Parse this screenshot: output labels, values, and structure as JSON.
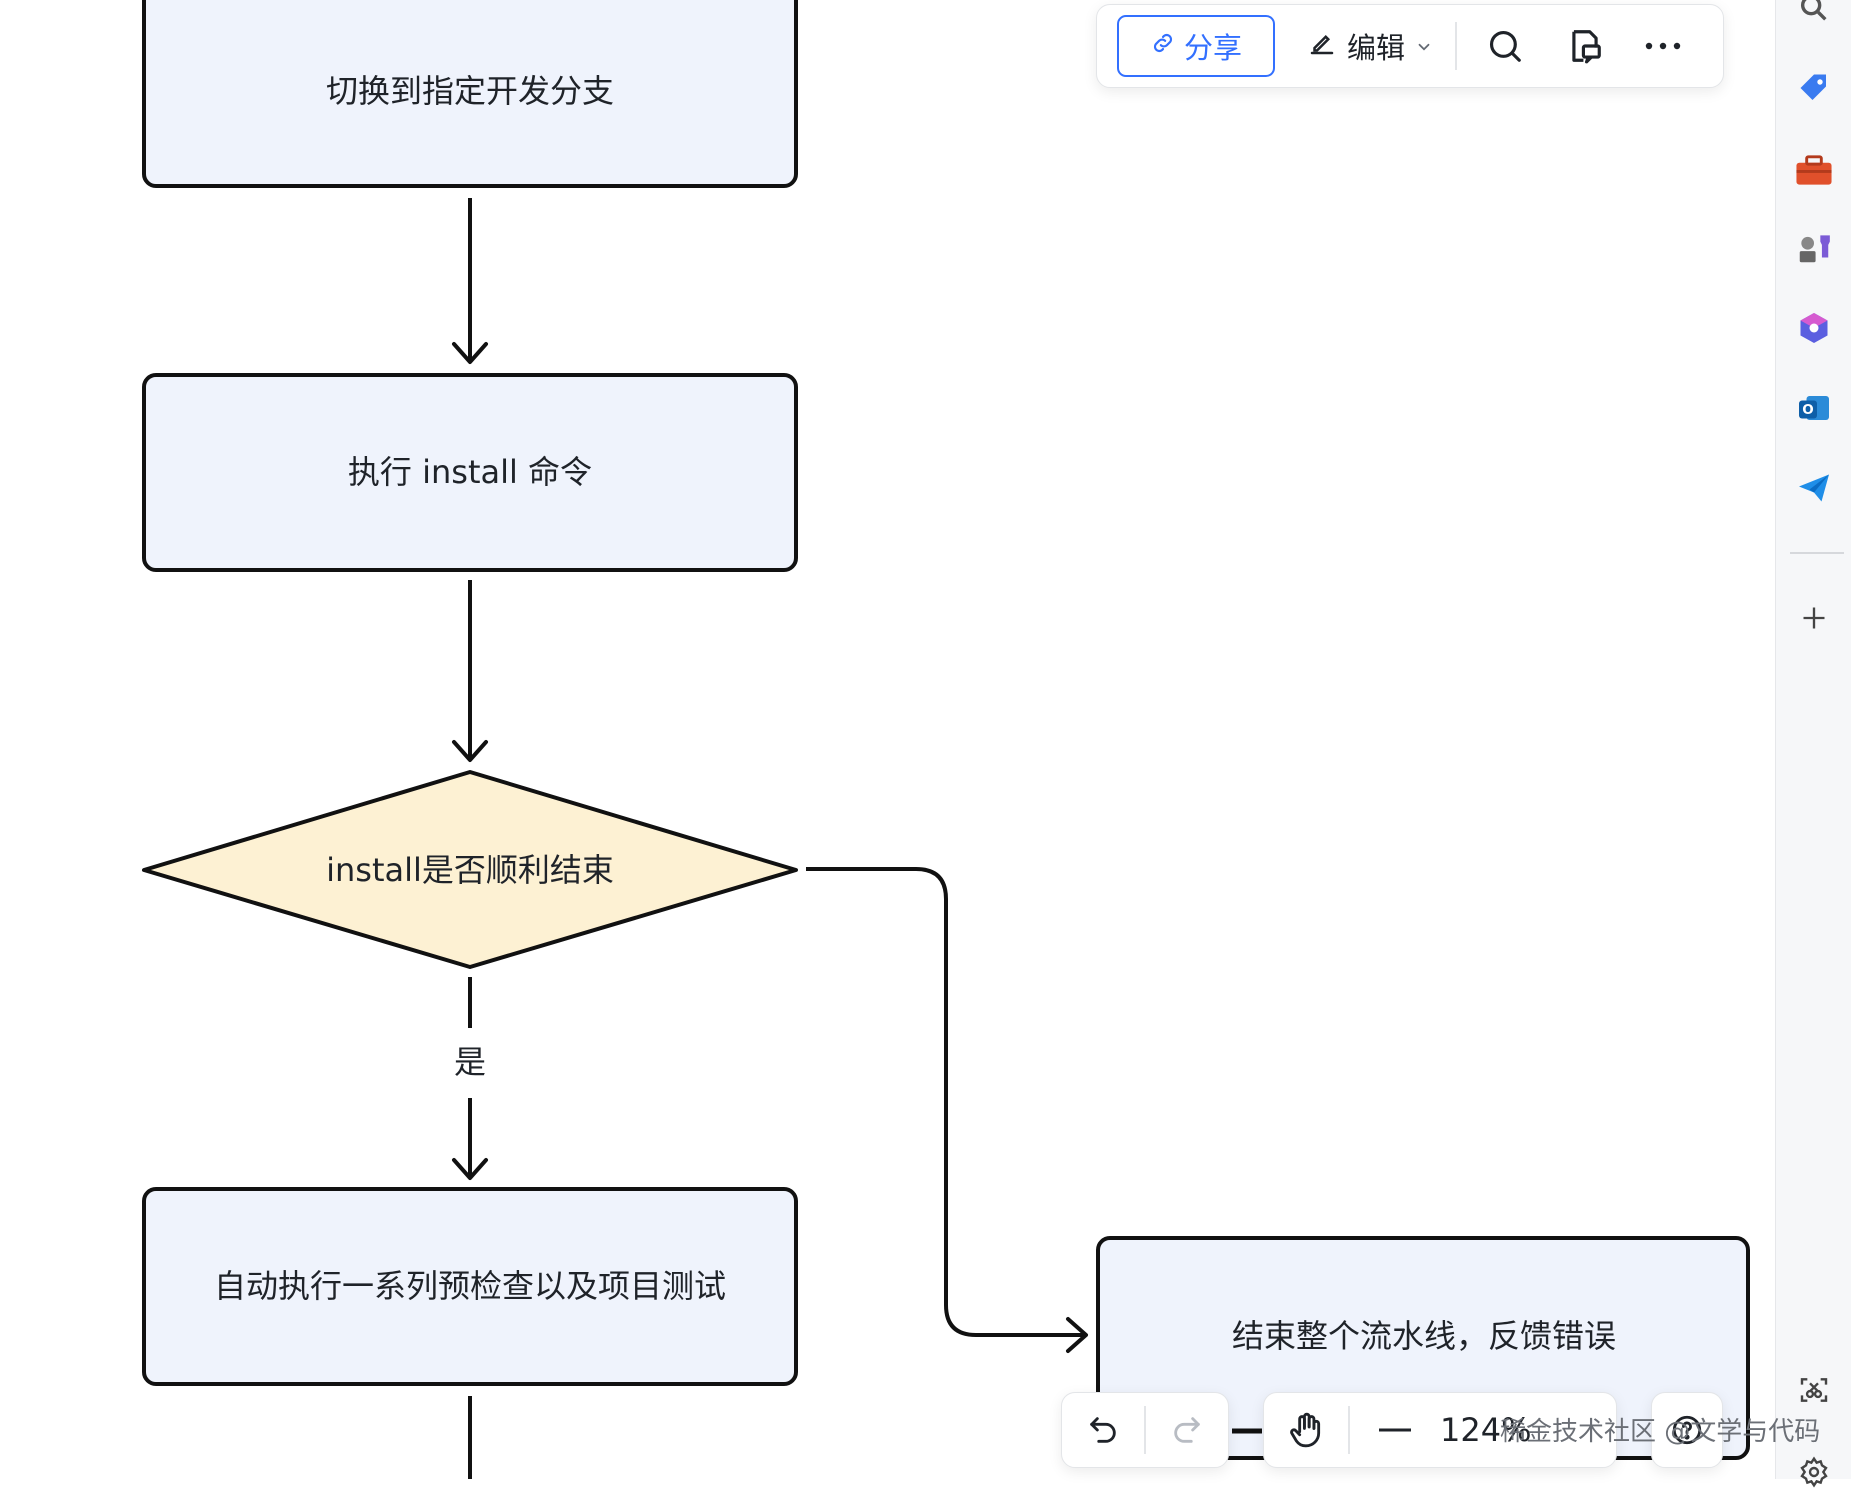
{
  "toolbar": {
    "share_label": "分享",
    "edit_label": "编辑"
  },
  "flowchart": {
    "nodes": [
      {
        "id": "checkout",
        "shape": "rect",
        "label": "切换到指定开发分支"
      },
      {
        "id": "install",
        "shape": "rect",
        "label": "执行 install 命令"
      },
      {
        "id": "decision",
        "shape": "diamond",
        "label": "install是否顺利结束"
      },
      {
        "id": "tests",
        "shape": "rect",
        "label": "自动执行一系列预检查以及项目测试"
      },
      {
        "id": "fail",
        "shape": "rect",
        "label": "结束整个流水线，反馈错误"
      }
    ],
    "edge_yes_label": "是"
  },
  "bottom_bar": {
    "zoom": "124%"
  },
  "watermark": "稀金技术社区 @文学与代码",
  "colors": {
    "process_fill": "#eff3fc",
    "decision_fill": "#fdf1d3",
    "stroke": "#111111",
    "accent": "#3370ff"
  }
}
